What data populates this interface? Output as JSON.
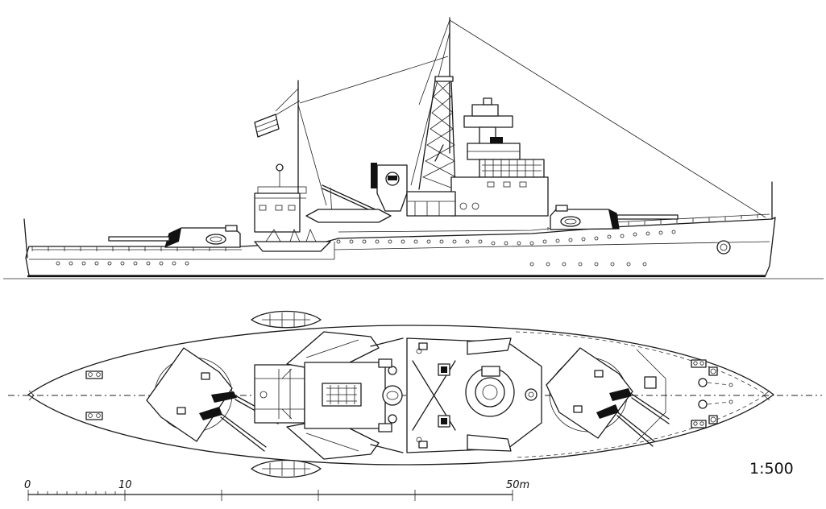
{
  "drawing": {
    "scale_ratio": "1:500",
    "scale_bar": {
      "labels": [
        "0",
        "10",
        "50m"
      ]
    }
  },
  "views": [
    "side-elevation",
    "plan-view"
  ]
}
